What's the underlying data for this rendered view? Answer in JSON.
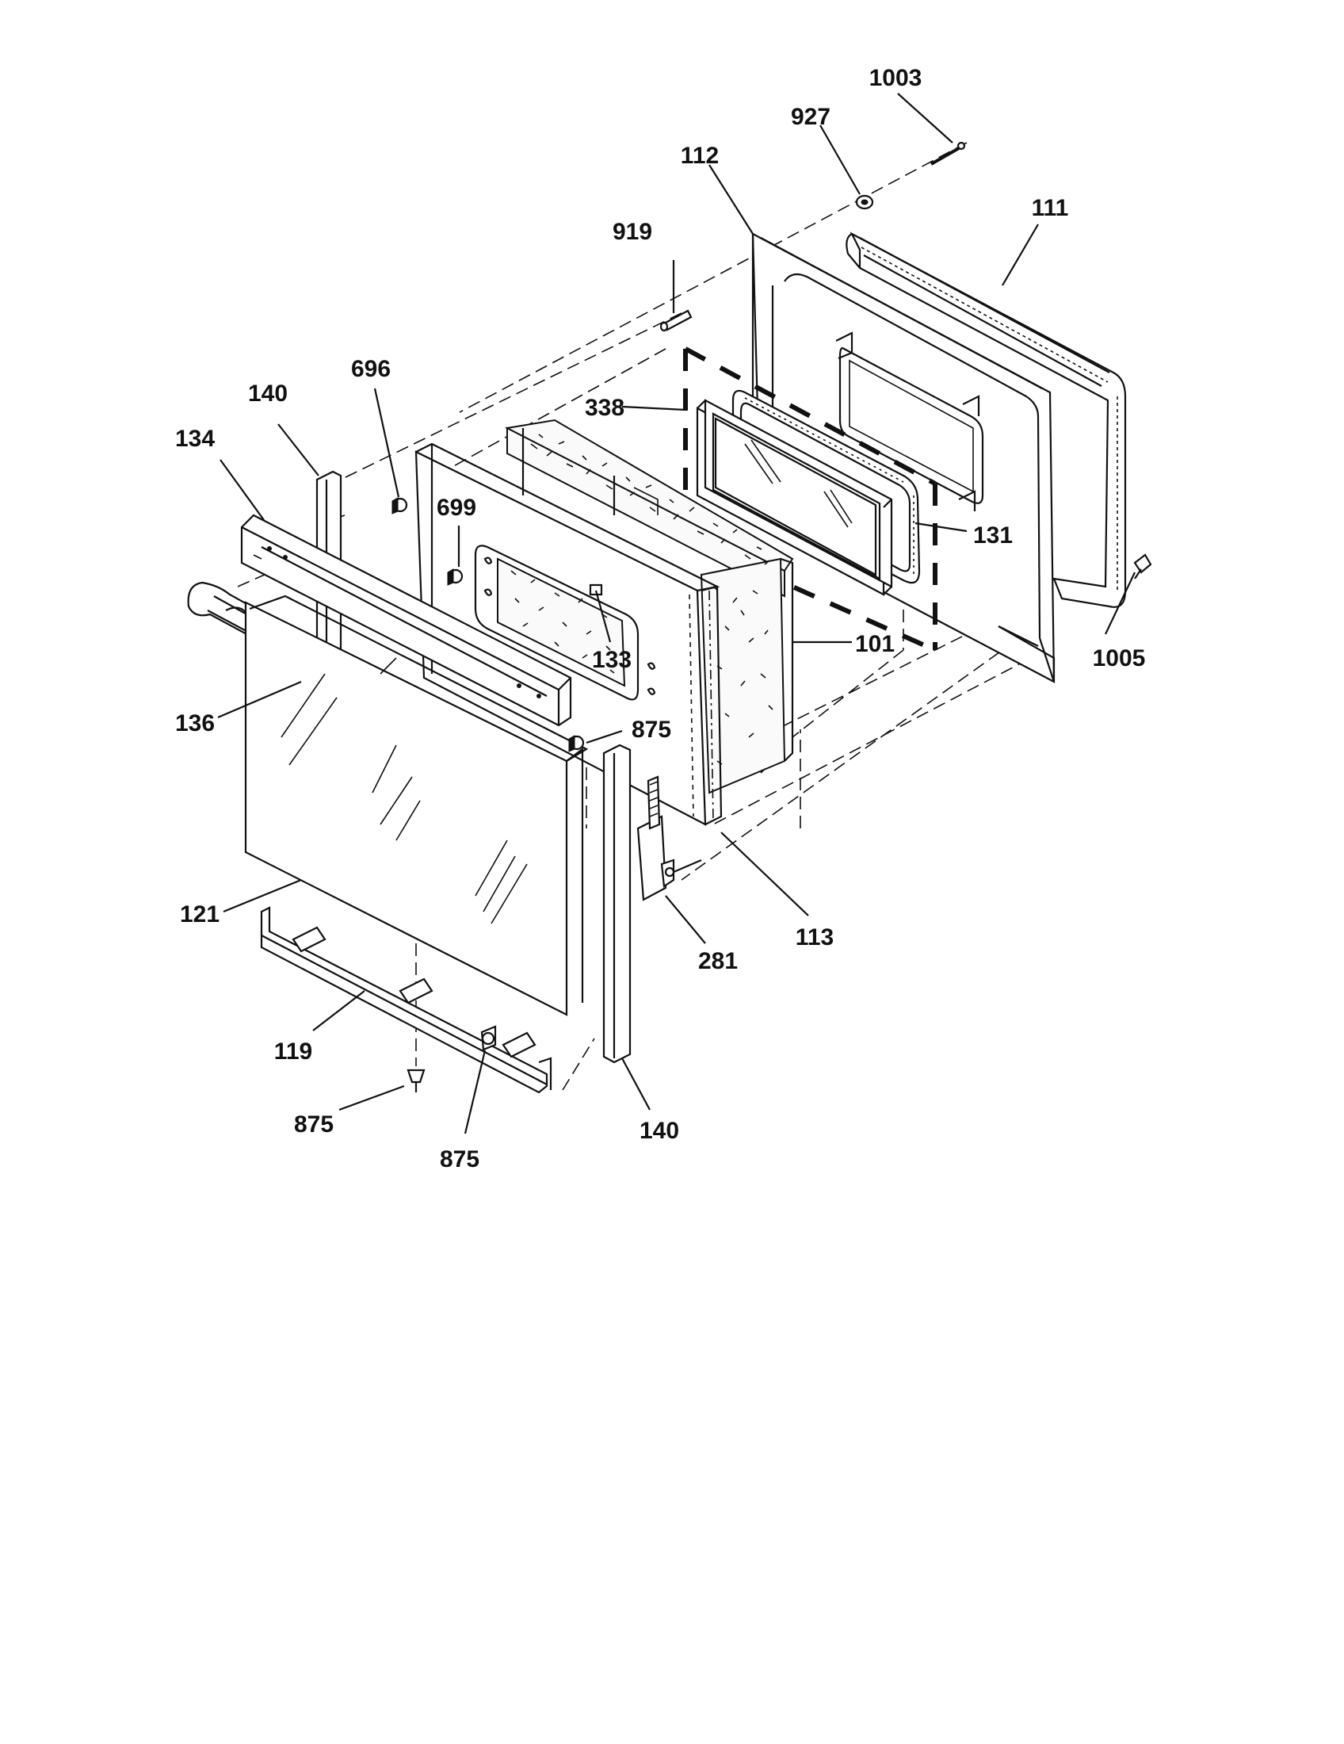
{
  "diagram": {
    "part_labels": [
      {
        "id": "1003",
        "text": "1003"
      },
      {
        "id": "927",
        "text": "927"
      },
      {
        "id": "112",
        "text": "112"
      },
      {
        "id": "111",
        "text": "111"
      },
      {
        "id": "919",
        "text": "919"
      },
      {
        "id": "696",
        "text": "696"
      },
      {
        "id": "140a",
        "text": "140"
      },
      {
        "id": "338",
        "text": "338"
      },
      {
        "id": "134",
        "text": "134"
      },
      {
        "id": "699",
        "text": "699"
      },
      {
        "id": "131",
        "text": "131"
      },
      {
        "id": "133",
        "text": "133"
      },
      {
        "id": "101",
        "text": "101"
      },
      {
        "id": "1005",
        "text": "1005"
      },
      {
        "id": "136",
        "text": "136"
      },
      {
        "id": "875a",
        "text": "875"
      },
      {
        "id": "113",
        "text": "113"
      },
      {
        "id": "121",
        "text": "121"
      },
      {
        "id": "281",
        "text": "281"
      },
      {
        "id": "119",
        "text": "119"
      },
      {
        "id": "875b",
        "text": "875"
      },
      {
        "id": "875c",
        "text": "875"
      },
      {
        "id": "140b",
        "text": "140"
      }
    ]
  }
}
